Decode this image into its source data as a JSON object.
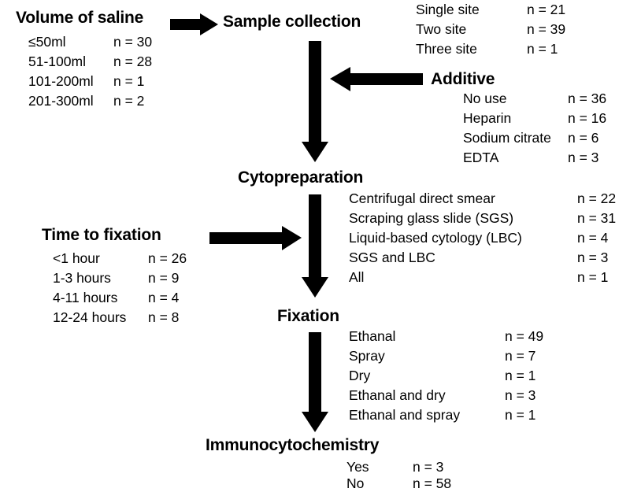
{
  "figure": {
    "type": "flowchart",
    "orientation": "vertical-with-side-inputs",
    "ink_color": "#000000",
    "background_color": "#ffffff"
  },
  "nodes": {
    "volume_of_saline": {
      "title": "Volume of saline",
      "rows": [
        {
          "label": "≤50ml",
          "count": "n = 30"
        },
        {
          "label": "51-100ml",
          "count": "n = 28"
        },
        {
          "label": "101-200ml",
          "count": "n = 1"
        },
        {
          "label": "201-300ml",
          "count": "n = 2"
        }
      ]
    },
    "sample_collection": {
      "title": "Sample collection",
      "rows": [
        {
          "label": "Single site",
          "count": "n = 21"
        },
        {
          "label": "Two site",
          "count": "n = 39"
        },
        {
          "label": "Three site",
          "count": "n = 1"
        }
      ]
    },
    "additive": {
      "title": "Additive",
      "rows": [
        {
          "label": "No use",
          "count": "n = 36"
        },
        {
          "label": "Heparin",
          "count": "n = 16"
        },
        {
          "label": "Sodium citrate",
          "count": "n = 6"
        },
        {
          "label": "EDTA",
          "count": "n = 3"
        }
      ]
    },
    "cytopreparation": {
      "title": "Cytopreparation",
      "rows": [
        {
          "label": "Centrifugal direct smear",
          "count": "n = 22"
        },
        {
          "label": "Scraping glass slide (SGS)",
          "count": "n = 31"
        },
        {
          "label": "Liquid-based cytology (LBC)",
          "count": "n = 4"
        },
        {
          "label": "SGS and LBC",
          "count": "n = 3"
        },
        {
          "label": "All",
          "count": "n = 1"
        }
      ]
    },
    "time_to_fixation": {
      "title": "Time to fixation",
      "rows": [
        {
          "label": "<1 hour",
          "count": "n = 26"
        },
        {
          "label": "1-3 hours",
          "count": "n = 9"
        },
        {
          "label": "4-11 hours",
          "count": "n = 4"
        },
        {
          "label": "12-24 hours",
          "count": "n = 8"
        }
      ]
    },
    "fixation": {
      "title": "Fixation",
      "rows": [
        {
          "label": "Ethanal",
          "count": "n = 49"
        },
        {
          "label": "Spray",
          "count": "n = 7"
        },
        {
          "label": "Dry",
          "count": "n = 1"
        },
        {
          "label": "Ethanal and dry",
          "count": "n = 3"
        },
        {
          "label": "Ethanal and spray",
          "count": "n = 1"
        }
      ]
    },
    "immunocytochemistry": {
      "title": "Immunocytochemistry",
      "rows": [
        {
          "label": "Yes",
          "count": "n = 3"
        },
        {
          "label": "No",
          "count": "n = 58"
        }
      ]
    }
  },
  "arrows": [
    {
      "name": "arrow-volume-to-sample-collection",
      "direction": "right"
    },
    {
      "name": "arrow-sample-collection-to-cytopreparation",
      "direction": "down"
    },
    {
      "name": "arrow-additive-to-main-flow",
      "direction": "left"
    },
    {
      "name": "arrow-time-to-fixation-to-main-flow",
      "direction": "right"
    },
    {
      "name": "arrow-cytopreparation-to-fixation",
      "direction": "down"
    },
    {
      "name": "arrow-fixation-to-immunocytochemistry",
      "direction": "down"
    }
  ]
}
